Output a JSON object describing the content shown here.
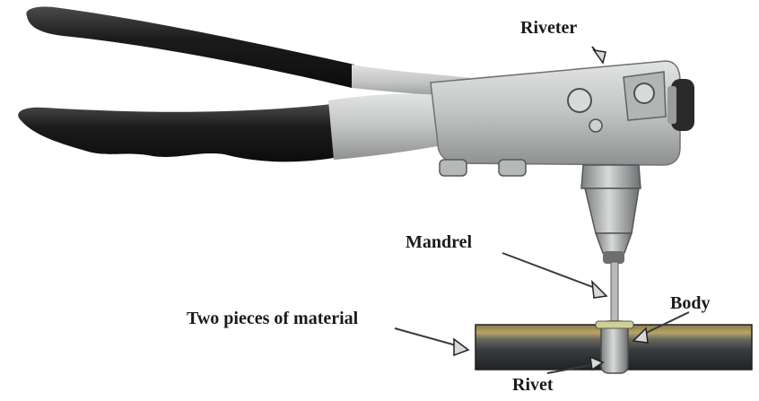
{
  "labels": {
    "riveter": "Riveter",
    "mandrel": "Mandrel",
    "body": "Body",
    "material": "Two pieces of material",
    "rivet": "Rivet"
  },
  "colors": {
    "handle": "#1b1b1b",
    "metal": "#c2c4c4",
    "material_top": "#b8a468",
    "material_bottom": "#3a3d40"
  }
}
